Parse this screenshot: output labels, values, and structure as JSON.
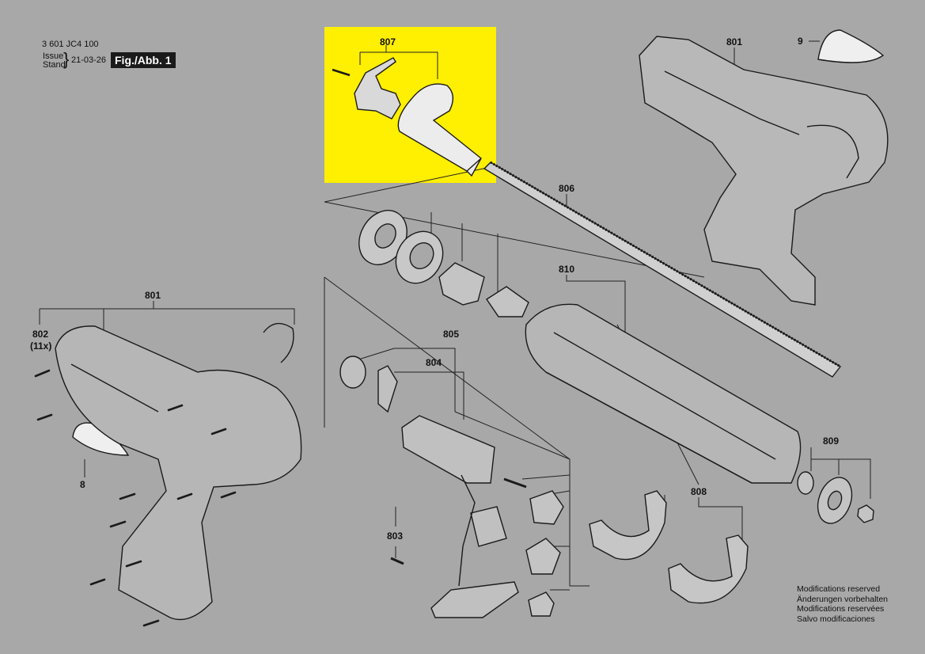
{
  "header": {
    "part_number": "3 601 JC4 100",
    "issue_label": "Issue",
    "stand_label": "Stand",
    "date": "21-03-26",
    "figure_label": "Fig./Abb. 1"
  },
  "highlight_color": "#ffef00",
  "background_color": "#a8a8a8",
  "labels": {
    "l807": "807",
    "l801_top": "801",
    "l9": "9",
    "l806": "806",
    "l810": "810",
    "l801_left": "801",
    "l802": "802",
    "l802_qty": "(11x)",
    "l805": "805",
    "l804": "804",
    "l8": "8",
    "l803": "803",
    "l809": "809",
    "l808": "808"
  },
  "footer": {
    "line1": "Modifications reserved",
    "line2": "Änderungen vorbehalten",
    "line3": "Modifications reservées",
    "line4": "Salvo modificaciones"
  }
}
